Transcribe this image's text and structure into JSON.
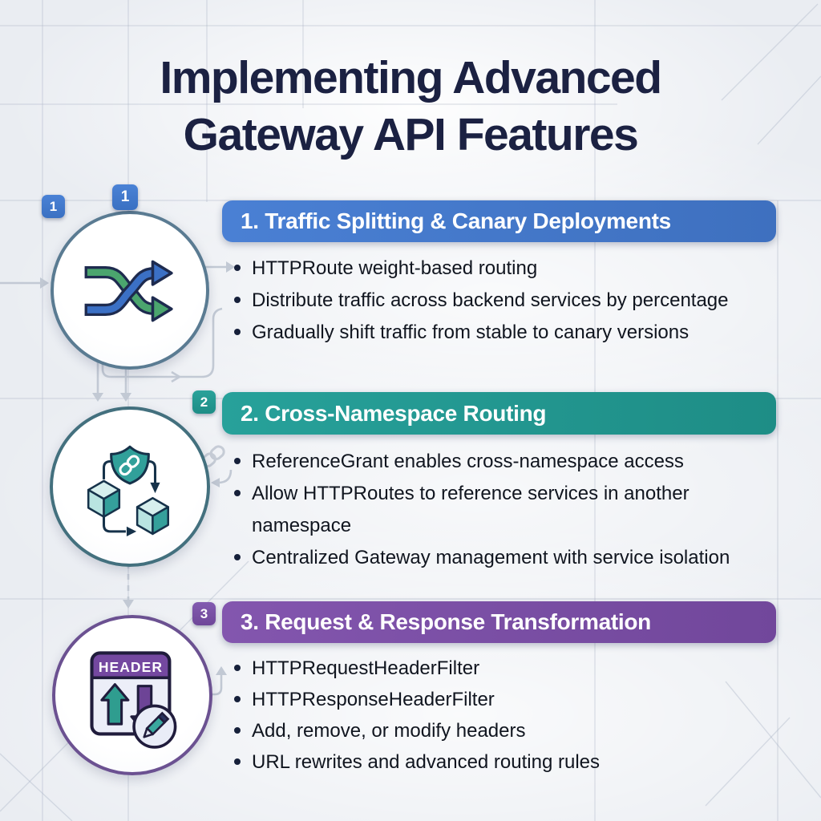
{
  "title": {
    "line1": "Implementing Advanced",
    "line2": "Gateway API Features"
  },
  "extra_badge": "1",
  "sections": [
    {
      "badge": "1",
      "heading": "1. Traffic Splitting & Canary Deployments",
      "accent": "#4377c8",
      "icon": "shuffle-arrows-icon",
      "bullets": [
        "HTTPRoute weight-based routing",
        "Distribute traffic across backend services by percentage",
        "Gradually shift traffic from stable to canary versions"
      ]
    },
    {
      "badge": "2",
      "heading": "2. Cross-Namespace Routing",
      "accent": "#21968f",
      "icon": "namespace-cubes-shield-icon",
      "bullets": [
        "ReferenceGrant enables cross-namespace access",
        "Allow HTTPRoutes to reference services in another namespace",
        "Centralized Gateway management with service isolation"
      ]
    },
    {
      "badge": "3",
      "heading": "3. Request & Response Transformation",
      "accent": "#7b4fa5",
      "icon": "header-transform-icon",
      "icon_label": "HEADER",
      "bullets": [
        "HTTPRequestHeaderFilter",
        "HTTPResponseHeaderFilter",
        "Add, remove, or modify headers",
        "URL rewrites and advanced routing rules"
      ]
    }
  ],
  "colors": {
    "background": "#eaedf2",
    "title_text": "#1b2142",
    "bullet_text": "#10151f",
    "connector": "#c2c9d4",
    "blue_accent": "#4377c8",
    "teal_accent": "#21968f",
    "purple_accent": "#7b4fa5"
  }
}
